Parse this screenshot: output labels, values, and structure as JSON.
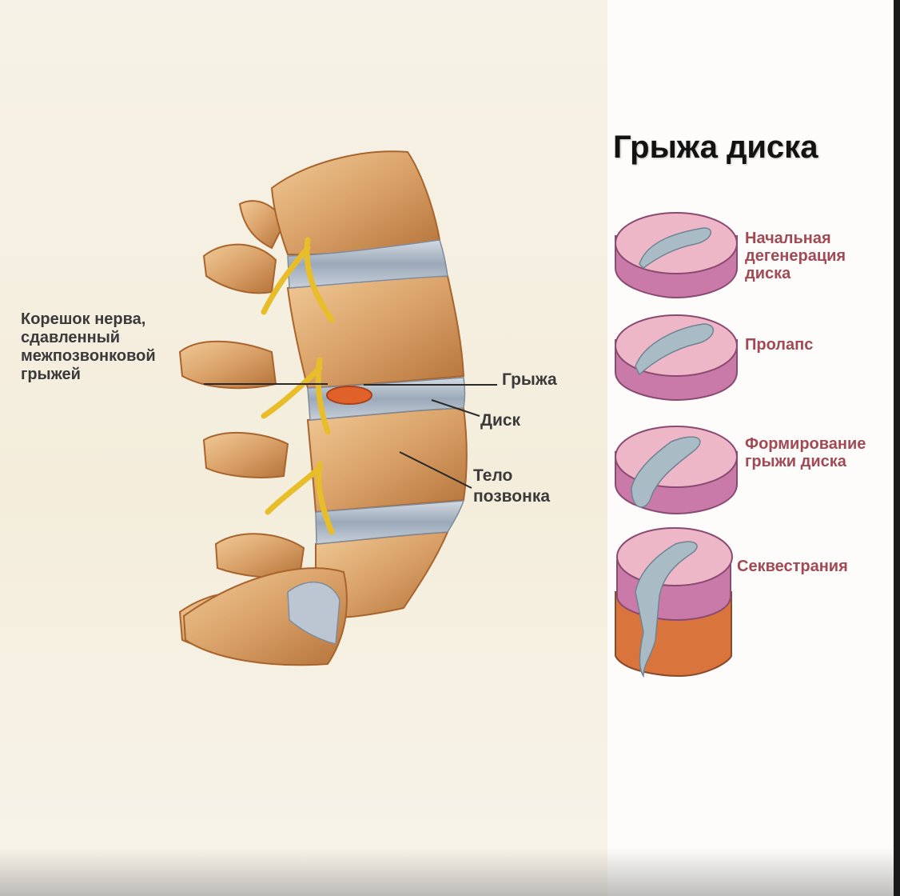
{
  "title": "Грыжа диска",
  "labels": {
    "nerve_root": "Корешок нерва,\nсдавленный\nмежпозвонковой\nгрыжей",
    "hernia": "Грыжа",
    "disc": "Диск",
    "vertebral_body": "Тело\nпозвонка"
  },
  "stages": [
    {
      "label": "Начальная\nдегенерация\nдиска"
    },
    {
      "label": "Пролапс"
    },
    {
      "label": "Формирование\nгрыжи диска"
    },
    {
      "label": "Секвестрания"
    }
  ],
  "colors": {
    "bone": "#d9a168",
    "bone_dark": "#a8642c",
    "disc": "#aeb9c6",
    "nerve": "#f0cc3a",
    "hernia": "#e0622a",
    "disc_outer": "#c97aa8",
    "disc_top": "#eeb7c7",
    "nucleus": "#a9bcc6",
    "stage_label": "#a14a55"
  }
}
